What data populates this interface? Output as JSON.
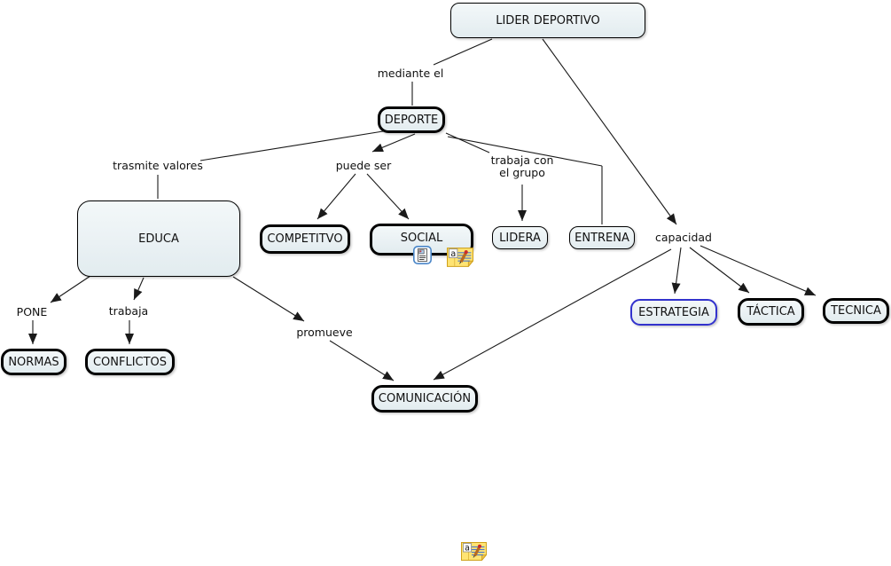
{
  "nodes": {
    "lider_deportivo": "LIDER DEPORTIVO",
    "deporte": "DEPORTE",
    "educa": "EDUCA",
    "competitvo": "COMPETITVO",
    "social": "SOCIAL",
    "lidera": "LIDERA",
    "entrena": "ENTRENA",
    "estrategia": "ESTRATEGIA",
    "tactica": "TÁCTICA",
    "tecnica": "TECNICA",
    "normas": "NORMAS",
    "conflictos": "CONFLICTOS",
    "comunicacion": "COMUNICACIÓN"
  },
  "link_labels": {
    "mediante_el": "mediante el",
    "trasmite_valores": "trasmite valores",
    "puede_ser": "puede ser",
    "trabaja_con_line1": "trabaja con",
    "trabaja_con_line2": "el grupo",
    "capacidad": "capacidad",
    "pone": "PONE",
    "trabaja": "trabaja",
    "promueve": "promueve"
  },
  "annotation_icon": {
    "letter": "a"
  },
  "icons": {
    "social_resource": "document-image-resource-icon",
    "social_annotation": "text-annotation-icon",
    "bottom_annotation": "text-annotation-icon"
  },
  "colors": {
    "node_fill": "#eaf1f4",
    "node_border": "#000000",
    "highlight_border": "#3232cd",
    "line_color": "#1a1a1a",
    "text_color": "#111111",
    "annotation_fill": "#ffe473",
    "annotation_border": "#cfa11b",
    "resource_icon_border": "#4a86c8"
  },
  "edges": [
    {
      "from": "LIDER DEPORTIVO",
      "label": "mediante el",
      "to": "DEPORTE"
    },
    {
      "from": "LIDER DEPORTIVO",
      "label": "capacidad",
      "to": "ESTRATEGIA"
    },
    {
      "from": "LIDER DEPORTIVO",
      "label": "capacidad",
      "to": "TÁCTICA"
    },
    {
      "from": "LIDER DEPORTIVO",
      "label": "capacidad",
      "to": "TECNICA"
    },
    {
      "from": "LIDER DEPORTIVO",
      "label": "capacidad",
      "to": "COMUNICACIÓN"
    },
    {
      "from": "DEPORTE",
      "label": "trasmite valores",
      "to": "EDUCA"
    },
    {
      "from": "DEPORTE",
      "label": "puede ser",
      "to": "COMPETITVO"
    },
    {
      "from": "DEPORTE",
      "label": "puede ser",
      "to": "SOCIAL"
    },
    {
      "from": "DEPORTE",
      "label": "trabaja con el grupo",
      "to": "LIDERA"
    },
    {
      "from": "DEPORTE",
      "label": "trabaja con el grupo",
      "to": "ENTRENA"
    },
    {
      "from": "EDUCA",
      "label": "PONE",
      "to": "NORMAS"
    },
    {
      "from": "EDUCA",
      "label": "trabaja",
      "to": "CONFLICTOS"
    },
    {
      "from": "EDUCA",
      "label": "promueve",
      "to": "COMUNICACIÓN"
    }
  ]
}
